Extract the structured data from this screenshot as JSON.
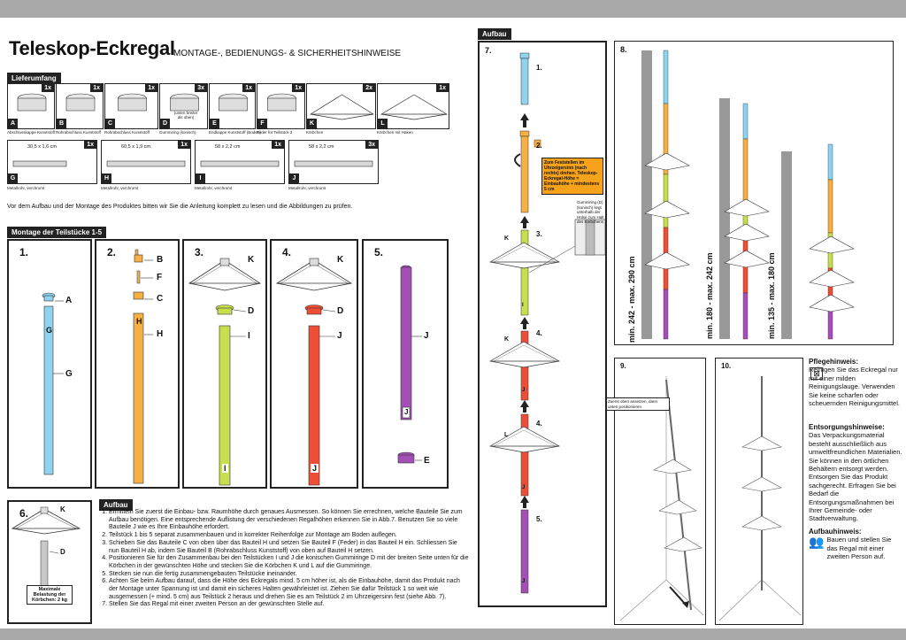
{
  "header": {
    "title": "Teleskop-Eckregal",
    "subtitle": "MONTAGE-, BEDIENUNGS- & SICHERHEITSHINWEISE"
  },
  "scope": {
    "heading": "Lieferumfang",
    "parts": [
      {
        "letter": "A",
        "qty": "1x",
        "caption": "Abschlusskappe Kunststoff"
      },
      {
        "letter": "B",
        "qty": "1x",
        "caption": "Rohrabschluss Kunststoff"
      },
      {
        "letter": "C",
        "qty": "1x",
        "caption": "Rohrabschluss Kunststoff"
      },
      {
        "letter": "D",
        "qty": "3x",
        "caption": "Gummiring (konisch)",
        "note": "(unten breiter als oben)"
      },
      {
        "letter": "E",
        "qty": "1x",
        "caption": "Endkappe Kunststoff (Boden)"
      },
      {
        "letter": "F",
        "qty": "1x",
        "caption": "Feder für Teilstück 2"
      },
      {
        "letter": "K",
        "qty": "2x",
        "caption": "Körbchen"
      },
      {
        "letter": "L",
        "qty": "1x",
        "caption": "Körbchen mit Haken"
      }
    ],
    "tubes": [
      {
        "letter": "G",
        "qty": "1x",
        "size": "30,5 x 1,6 cm",
        "caption": "Metallrohr, verchromt"
      },
      {
        "letter": "H",
        "qty": "1x",
        "size": "60,5 x 1,9 cm",
        "caption": "Metallrohr, verchromt"
      },
      {
        "letter": "I",
        "qty": "1x",
        "size": "58 x 2,2 cm",
        "caption": "Metallrohr, verchromt"
      },
      {
        "letter": "J",
        "qty": "3x",
        "size": "58 x 2,2 cm",
        "caption": "Metallrohr, verchromt"
      }
    ]
  },
  "intro": "Vor dem Aufbau und der Montage des Produktes bitten wir Sie die Anleitung komplett zu lesen und die Abbildungen zu prüfen.",
  "parts_mount": {
    "heading": "Montage der Teilstücke 1-5",
    "steps": [
      "1.",
      "2.",
      "3.",
      "4.",
      "5."
    ],
    "labels": {
      "A": "A",
      "G": "G",
      "B": "B",
      "F": "F",
      "C": "C",
      "H": "H",
      "K": "K",
      "D": "D",
      "I": "I",
      "J": "J",
      "E": "E"
    }
  },
  "step6": {
    "num": "6.",
    "k": "K",
    "d": "D",
    "note": "Maximale Belastung der Körbchen: 2 kg"
  },
  "assembly": {
    "heading": "Aufbau",
    "items": [
      "Ermitteln Sie zuerst die Einbau- bzw. Raumhöhe durch genaues Ausmessen. So können Sie errechnen, welche Bauteile Sie zum Aufbau benötigen. Eine entsprechende Auflistung der verschiedenen Regalhöhen erkennen Sie in Abb.7. Benutzen Sie so viele Bauteile J wie es Ihre Einbauhöhe erfordert.",
      "Teilstück 1 bis 5 separat zusammenbauen und in korrekter Reihenfolge zur Montage am Boden auflegen.",
      "Schieben Sie das Bauteile C von oben über das Bauteil H und setzen Sie Bauteil F (Feder) in das Bauteil H ein. Schliessen Sie nun Bauteil H ab, indem Sie Bauteil B (Rohrabschluss Kunststoff) von oben auf Bauteil H setzen.",
      "Positionieren Sie für den Zusammenbau bei den Teilstücken I und J die konischen Gummiringe D mit der breiten Seite unten für die Körbchen in der gewünschten Höhe und stecken Sie die Körbchen K und L auf die Gummiringe.",
      "Stecken sie nun die fertig zusammengebauten Teilstücke ineinander.",
      "Achten Sie beim Aufbau darauf, dass die Höhe des Eckregals mind. 5 cm höher ist, als die Einbauhöhe, damit das Produkt nach der Montage unter Spannung ist und damit ein sicheres Halten gewährleistet ist. Ziehen Sie dafür Teilstück 1 so weit wie ausgemessen (+ mind. 5 cm) aus Teilstück 2 heraus und drehen Sie es am Teilstück 2 im Uhrzeigersinn fest (siehe Abb. 7).",
      "Stellen Sie das Regal mit einer zweiten Person an der gewünschten Stelle auf."
    ]
  },
  "aufbau_fig": {
    "heading": "Aufbau",
    "num": "7.",
    "steps": [
      "1.",
      "2.",
      "3.",
      "4.",
      "4.",
      "5."
    ],
    "callout": "Zum Feststellen im Uhrzeigersinn (nach rechts) drehen. Teleskop-Eckregal-Höhe = Einbauhöhe + mindestens 5 cm",
    "gummiring": "Gummiring (D) (konisch) liegt unterhalb der Hülse zum Halt des Körbchens",
    "labels": {
      "K1": "K",
      "K2": "K",
      "L": "L",
      "I": "I",
      "J1": "J",
      "J2": "J",
      "J3": "J"
    }
  },
  "heights": {
    "num": "8.",
    "items": [
      "min. 242 - max. 290 cm",
      "min. 180 - max. 242 cm",
      "min. 135 - max. 180 cm"
    ]
  },
  "fig9": {
    "num": "9.",
    "note": "Zuerst oben ansetzen, dann unten positionieren"
  },
  "fig10": {
    "num": "10."
  },
  "care": {
    "heading": "Pflegehinweis:",
    "text": "Reinigen Sie das Eckregal nur mit einer milden Reinigungslauge. Verwenden Sie keine scharfen oder scheuernden Reinigungsmittel."
  },
  "disposal": {
    "heading": "Entsorgungshinweise:",
    "text": "Das Verpackungsmaterial besteht ausschließlich aus umweltfreundlichen Materialien. Sie können in den örtlichen Behältern entsorgt werden. Entsorgen Sie das Produkt sachgerecht. Erfragen Sie bei Bedarf die Entsorgungsmaßnahmen bei Ihrer Gemeinde- oder Stadtverwaltung."
  },
  "build": {
    "heading": "Aufbauhinweis:",
    "text": "Bauen und stellen Sie das Regal mit einer zweiten Person auf."
  },
  "colors": {
    "blue": "#8fd3ee",
    "orange": "#f6b043",
    "lime": "#c9de4f",
    "red": "#ee4e35",
    "purple": "#a34fb5",
    "dark": "#222222"
  }
}
